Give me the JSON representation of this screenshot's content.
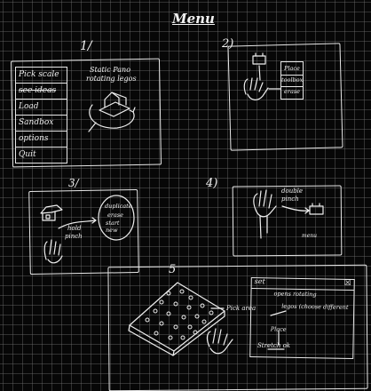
{
  "title": "Menu",
  "panels": {
    "p1": {
      "number": "1/",
      "menu_items": [
        "Pick scale",
        "see ideas",
        "Load",
        "Sandbox",
        "options",
        "Quit"
      ],
      "note_line1": "Static Pano",
      "note_line2": "rotating legos"
    },
    "p2": {
      "number": "2)",
      "toolbar_items": [
        "Place",
        "toolbox",
        "erase"
      ]
    },
    "p3": {
      "number": "3/",
      "gesture_line1": "hold",
      "gesture_line2": "pinch",
      "bubble_line1": "duplicate",
      "bubble_line2": "erase",
      "bubble_line3": "start",
      "bubble_line4": "new"
    },
    "p4": {
      "number": "4)",
      "gesture_line1": "double",
      "gesture_line2": "pinch",
      "label": "menu"
    },
    "p5": {
      "number": "5",
      "pick_label": "Pick area",
      "window_title": "set",
      "window_line1": "opens rotating",
      "window_line2": "legos (choose different",
      "window_line3": "Place",
      "window_line4": "Stretch ok"
    }
  }
}
